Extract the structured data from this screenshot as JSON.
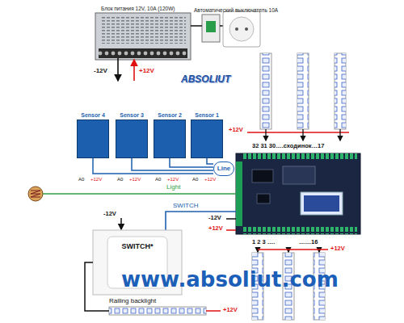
{
  "diagram": {
    "nodes": [
      {
        "text": [
          "Блок питания 12V, 10A (120W)"
        ]
      },
      {
        "text": [
          "Автоматический выключатель 10A"
        ]
      },
      {
        "text": [
          "Sensor 4"
        ]
      },
      {
        "text": [
          "Sensor 3"
        ]
      },
      {
        "text": [
          "Sensor 2"
        ]
      },
      {
        "text": [
          "Sensor 1"
        ]
      },
      {
        "text": [
          "Line"
        ]
      },
      {
        "text": [
          "SWITCH*"
        ]
      },
      {
        "text": [
          "Railing backlight"
        ]
      }
    ],
    "edges": [
      {
        "from": 0,
        "to": 1,
        "arrow": "none"
      },
      {
        "from": 2,
        "to": 6,
        "arrow": "none"
      },
      {
        "from": 3,
        "to": 6,
        "arrow": "none"
      },
      {
        "from": 4,
        "to": 6,
        "arrow": "none"
      },
      {
        "from": 5,
        "to": 6,
        "arrow": "none"
      },
      {
        "from": 8,
        "to": 7,
        "arrow": "none"
      }
    ],
    "labels": [
      "-12V",
      "+12V",
      "ABSOLIUT",
      "+12V",
      "32 31 30….сходинок…17",
      "A0",
      "+12V",
      "A0",
      "+12V",
      "A0",
      "+12V",
      "A0",
      "+12V",
      "Light",
      "SWITCH",
      "-12V",
      "+12V",
      "-12V",
      "1 2 3 ….",
      "……16",
      "+12V",
      "www.absoliut.com",
      "+12V"
    ]
  }
}
